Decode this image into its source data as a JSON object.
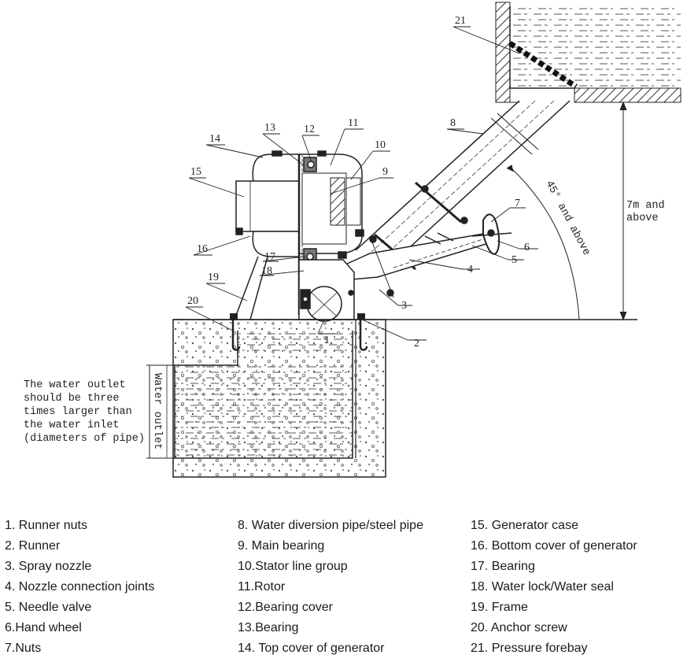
{
  "callouts": [
    "1",
    "2",
    "3",
    "4",
    "5",
    "6",
    "7",
    "8",
    "9",
    "10",
    "11",
    "12",
    "13",
    "14",
    "15",
    "16",
    "17",
    "18",
    "19",
    "20",
    "21"
  ],
  "angle_label": "45° and above",
  "height_label": [
    "7m and",
    "above"
  ],
  "outlet_vertical": "Water outlet",
  "outlet_note": [
    "The water outlet",
    "should be three",
    "times larger than",
    "the water inlet",
    "(diameters of pipe)"
  ],
  "legend": {
    "col1": [
      "1. Runner nuts",
      "2. Runner",
      "3. Spray nozzle",
      "4. Nozzle connection joints",
      "5. Needle valve",
      "6.Hand wheel",
      "7.Nuts"
    ],
    "col2": [
      "8. Water diversion pipe/steel pipe",
      "9. Main bearing",
      "10.Stator line group",
      "11.Rotor",
      "12.Bearing cover",
      "13.Bearing",
      "14. Top cover of generator"
    ],
    "col3": [
      "15. Generator case",
      "16. Bottom cover of generator",
      "17. Bearing",
      "18. Water lock/Water seal",
      "19. Frame",
      "20. Anchor screw",
      "21. Pressure forebay"
    ]
  }
}
